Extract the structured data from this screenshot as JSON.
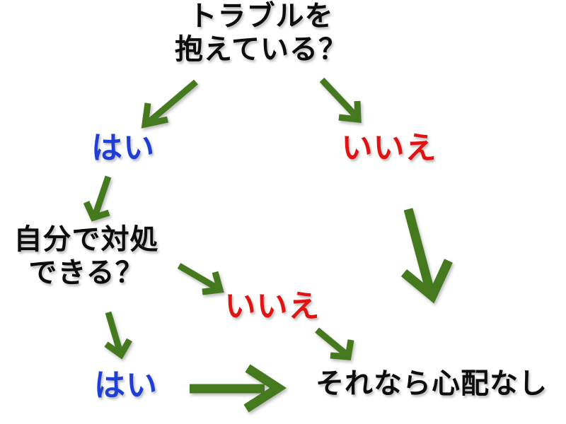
{
  "colors": {
    "background": "#ffffff",
    "text_black": "#0d0d0d",
    "yes_blue": "#1e3ed6",
    "no_red": "#e01212",
    "arrow_green": "#44791d"
  },
  "flowchart": {
    "nodes": {
      "root_question": {
        "text": "トラブルを\n抱えている？",
        "color": "black"
      },
      "yes_1": {
        "text": "はい",
        "color": "blue"
      },
      "no_1": {
        "text": "いいえ",
        "color": "red"
      },
      "self_question": {
        "text": "自分で対処\nできる？",
        "color": "black"
      },
      "no_2": {
        "text": "いいえ",
        "color": "red"
      },
      "yes_2": {
        "text": "はい",
        "color": "blue"
      },
      "result": {
        "text": "それなら心配なし",
        "color": "black"
      }
    },
    "edges": [
      {
        "from": "root_question",
        "to": "yes_1"
      },
      {
        "from": "root_question",
        "to": "no_1"
      },
      {
        "from": "yes_1",
        "to": "self_question"
      },
      {
        "from": "no_1",
        "to": "result"
      },
      {
        "from": "self_question",
        "to": "no_2"
      },
      {
        "from": "self_question",
        "to": "yes_2"
      },
      {
        "from": "no_2",
        "to": "result"
      },
      {
        "from": "yes_2",
        "to": "result"
      }
    ]
  }
}
